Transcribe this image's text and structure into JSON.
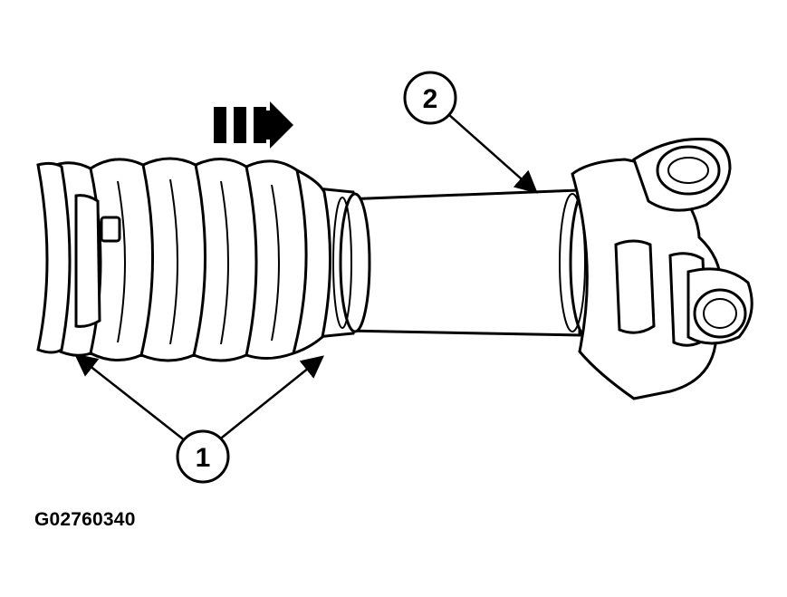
{
  "diagram": {
    "callouts": [
      {
        "number": "1",
        "part": "driveshaft-boot-clamps"
      },
      {
        "number": "2",
        "part": "driveshaft-yoke"
      }
    ],
    "direction_indicator": "arrow-right",
    "figure_id": "G02760340"
  },
  "colors": {
    "line": "#000000",
    "background": "#ffffff"
  }
}
